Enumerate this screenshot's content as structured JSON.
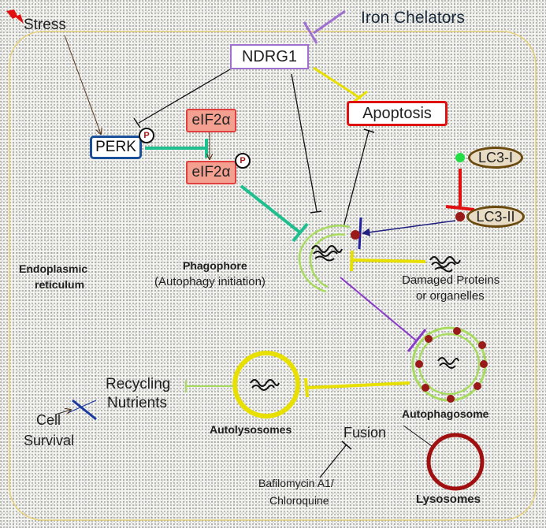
{
  "labels": {
    "stress": "Stress",
    "iron_chelators": "Iron Chelators",
    "ndrg1": "NDRG1",
    "apoptosis": "Apoptosis",
    "perk": "PERK",
    "p": "P",
    "eif2a_top": "eIF2α",
    "eif2a_bottom": "eIF2α",
    "lc3_i": "LC3-I",
    "lc3_ii": "LC3-II",
    "er_line1": "Endoplasmic",
    "er_line2": "reticulum",
    "phagophore": "Phagophore",
    "phagophore_sub": "(Autophagy initiation)",
    "damaged_line1": "Damaged Proteins",
    "damaged_line2": "or organelles",
    "recycling_line1": "Recycling",
    "recycling_line2": "Nutrients",
    "cell_line1": "Cell",
    "cell_line2": "Survival",
    "autolysosomes": "Autolysosomes",
    "fusion": "Fusion",
    "autophagosome": "Autophagosome",
    "bafilomycin_line1": "Bafilomycin A1/",
    "bafilomycin_line2": "Chloroquine",
    "lysosomes": "Lysosomes"
  },
  "colors": {
    "ndrg1_border": "#a070d0",
    "apoptosis_border": "#e01010",
    "perk_border": "#1a4f9a",
    "eif2a_fill": "#f4a090",
    "eif2a_border": "#e04040",
    "lc3_border": "#6b4a10",
    "lc3_fill": "#e8dcc4",
    "green": "#1fbf8f",
    "yellow": "#e8e000",
    "purple": "#8a3cc8",
    "navy": "#202080",
    "red": "#e01010",
    "dark_red": "#a01010",
    "light_green": "#a8dc60",
    "cell_border": "#e8d27a"
  },
  "icons": [
    "stress-bolt-icon",
    "protein-aggregate-icon",
    "phospho-p-icon"
  ]
}
